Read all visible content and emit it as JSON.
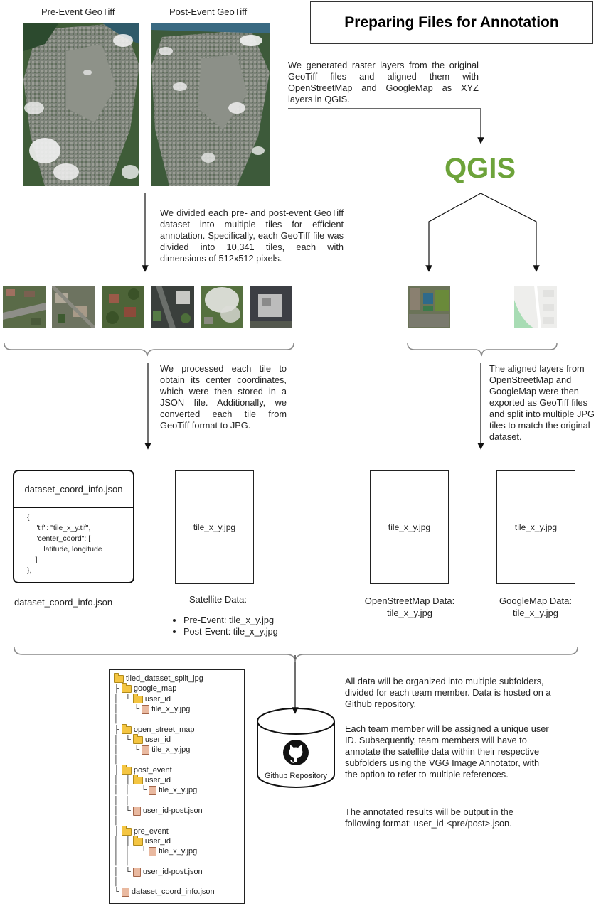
{
  "title": "Preparing Files for Annotation",
  "geotiff": {
    "pre_label": "Pre-Event GeoTiff",
    "post_label": "Post-Event GeoTiff"
  },
  "qgis_logo": "QGIS",
  "texts": {
    "raster_layers": "We generated raster layers from the original GeoTiff files and aligned them with OpenStreetMap and GoogleMap as XYZ layers in QGIS.",
    "divide_tiles": "We divided each pre- and post-event GeoTiff dataset into multiple tiles for efficient annotation. Specifically, each GeoTiff file was divided into 10,341 tiles, each with dimensions of 512x512 pixels.",
    "process_tiles": "We processed each tile to obtain its center coordinates, which were then stored in a JSON file. Additionally, we converted each tile from GeoTiff format to JPG.",
    "aligned_layers": "The aligned layers from OpenStreetMap and GoogleMap were then exported as GeoTiff files and split into multiple JPG tiles to match the original dataset.",
    "organization_1": "All data will be organized into multiple subfolders, divided for each team member. Data is hosted on a Github repository.",
    "organization_2": "Each team member will be assigned a unique user ID. Subsequently, team members will have to annotate the satellite data within their respective subfolders using the VGG Image Annotator, with the option to refer to multiple references.",
    "organization_3": "The annotated results will be output in the following format: user_id-<pre/post>.json."
  },
  "json_card": {
    "title": "dataset_coord_info.json",
    "body": "{\n    \"tif\": \"tile_x_y.tif\",\n    \"center_coord\": [\n        latitude, longitude\n    ]\n},",
    "caption": "dataset_coord_info.json"
  },
  "docs": {
    "satellite": {
      "inner": "tile_x_y.jpg",
      "caption": "Satellite Data:",
      "bullets": [
        "Pre-Event: tile_x_y.jpg",
        "Post-Event: tile_x_y.jpg"
      ]
    },
    "osm": {
      "inner": "tile_x_y.jpg",
      "caption_1": "OpenStreetMap Data:",
      "caption_2": "tile_x_y.jpg"
    },
    "google": {
      "inner": "tile_x_y.jpg",
      "caption_1": "GoogleMap Data:",
      "caption_2": "tile_x_y.jpg"
    }
  },
  "github_label": "Github Repository",
  "tree": [
    {
      "prefix": "",
      "icon": "folder",
      "text": "tiled_dataset_split_jpg"
    },
    {
      "prefix": "├ ",
      "icon": "folder",
      "text": "google_map"
    },
    {
      "prefix": "│   └ ",
      "icon": "folder",
      "text": "user_id"
    },
    {
      "prefix": "│       └ ",
      "icon": "file",
      "text": "tile_x_y.jpg"
    },
    {
      "prefix": "│",
      "icon": "",
      "text": ""
    },
    {
      "prefix": "├ ",
      "icon": "folder",
      "text": "open_street_map"
    },
    {
      "prefix": "│   └ ",
      "icon": "folder",
      "text": "user_id"
    },
    {
      "prefix": "│       └ ",
      "icon": "file",
      "text": "tile_x_y.jpg"
    },
    {
      "prefix": "│",
      "icon": "",
      "text": ""
    },
    {
      "prefix": "├ ",
      "icon": "folder",
      "text": "post_event"
    },
    {
      "prefix": "│   ├ ",
      "icon": "folder",
      "text": "user_id"
    },
    {
      "prefix": "│   │     └ ",
      "icon": "file",
      "text": "tile_x_y.jpg"
    },
    {
      "prefix": "│   │",
      "icon": "",
      "text": ""
    },
    {
      "prefix": "│   └ ",
      "icon": "file",
      "text": "user_id-post.json"
    },
    {
      "prefix": "│",
      "icon": "",
      "text": ""
    },
    {
      "prefix": "├ ",
      "icon": "folder",
      "text": "pre_event"
    },
    {
      "prefix": "│   ├ ",
      "icon": "folder",
      "text": "user_id"
    },
    {
      "prefix": "│   │     └ ",
      "icon": "file",
      "text": "tile_x_y.jpg"
    },
    {
      "prefix": "│   │",
      "icon": "",
      "text": ""
    },
    {
      "prefix": "│   └ ",
      "icon": "file",
      "text": "user_id-post.json"
    },
    {
      "prefix": "│",
      "icon": "",
      "text": ""
    },
    {
      "prefix": "└ ",
      "icon": "file",
      "text": "dataset_coord_info.json"
    }
  ]
}
